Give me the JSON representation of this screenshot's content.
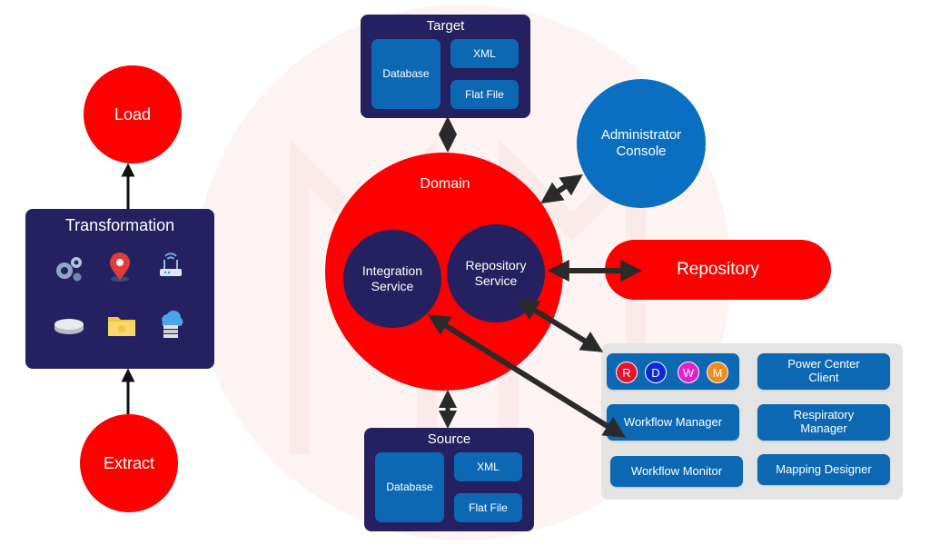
{
  "etl": {
    "load": "Load",
    "transformation": "Transformation",
    "extract": "Extract",
    "icons": [
      "gears-icon",
      "map-pin-icon",
      "router-icon",
      "disk-icon",
      "folder-icon",
      "cloud-server-icon"
    ]
  },
  "target": {
    "title": "Target",
    "database": "Database",
    "xml": "XML",
    "flat_file": "Flat File"
  },
  "source": {
    "title": "Source",
    "database": "Database",
    "xml": "XML",
    "flat_file": "Flat File"
  },
  "domain": {
    "title": "Domain",
    "integration_line1": "Integration",
    "integration_line2": "Service",
    "repository_line1": "Repository",
    "repository_line2": "Service"
  },
  "admin": {
    "line1": "Administrator",
    "line2": "Console"
  },
  "repository": "Repository",
  "clients": {
    "badges": [
      "R",
      "D",
      "W",
      "M"
    ],
    "badge_colors": [
      "#e8132b",
      "#0a2bd6",
      "#e61ecf",
      "#f28a1c"
    ],
    "power_center_line1": "Power Center",
    "power_center_line2": "Client",
    "workflow_manager": "Workflow Manager",
    "respiratory_line1": "Respiratory",
    "respiratory_line2": "Manager",
    "workflow_monitor": "Workflow Monitor",
    "mapping_designer": "Mapping Designer"
  },
  "colors": {
    "red": "#fe0000",
    "navy": "#252160",
    "blue": "#0d68b4",
    "admin_blue": "#0a6fc0",
    "panel_gray": "#e4e4e4"
  }
}
